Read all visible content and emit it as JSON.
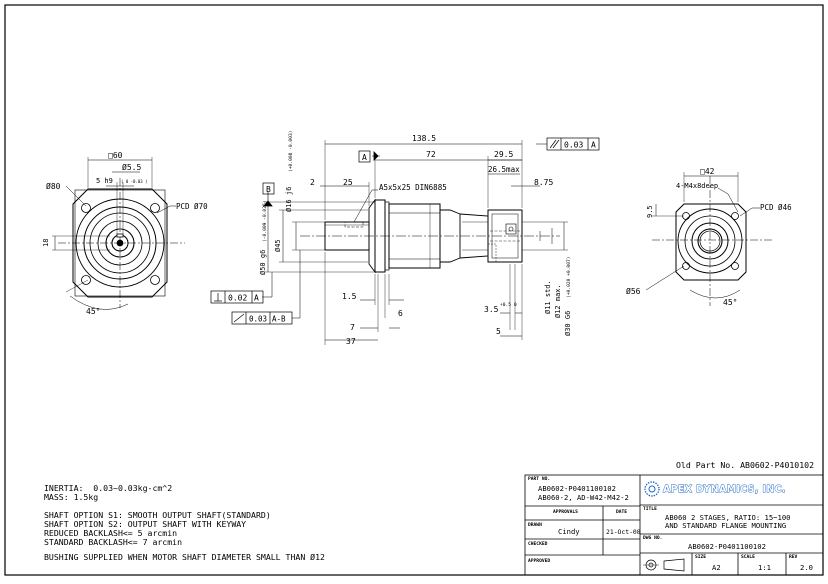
{
  "views": {
    "left": {
      "square": "60",
      "dia_shaft": "Ø5.5",
      "keyway": "5 h9",
      "keyway_paren": "( 0 -0.03 )",
      "outer_dia": "Ø80",
      "pcd": "PCD Ø70",
      "height": "18",
      "angle": "45°"
    },
    "side": {
      "overall": "138.5",
      "body": "72",
      "flange_len": "29.5",
      "max_len": "26.5max",
      "d875": "8.75",
      "d2": "2",
      "d25": "25",
      "key_spec": "A5x5x25 DIN6885",
      "datum_a": "A",
      "datum_b": "B",
      "runout": "0.03",
      "runout_ref": "A",
      "shaft_dia": "Ø16 j6",
      "shaft_tol": "(+0.008 -0.003)",
      "hub_dia": "Ø45",
      "pilot_dia": "Ø50 g6",
      "pilot_tol": "(-0.009 -0.025)",
      "perp": "0.02",
      "perp_ref": "A",
      "pos": "0.03",
      "pos_ref": "A-B",
      "d15": "1.5",
      "d6": "6",
      "d7": "7",
      "d37": "37",
      "d35": "3.5",
      "d35_tol": "+0.5 0",
      "d5": "5",
      "bore_std": "Ø11 std.",
      "bore_max": "Ø12 max.",
      "spigot": "Ø30 G6",
      "spigot_tol": "(+0.020 +0.007)"
    },
    "right": {
      "square": "42",
      "tap": "4-M4x8deep",
      "pcd": "PCD Ø46",
      "dim95": "9.5",
      "dia": "Ø56",
      "angle": "45°"
    }
  },
  "old_part": "Old Part No. AB0602-P4010102",
  "notes": [
    "INERTIA:  0.03~0.03kg-cm^2",
    "MASS: 1.5kg",
    "",
    "SHAFT OPTION S1: SMOOTH OUTPUT SHAFT(STANDARD)",
    "SHAFT OPTION S2: OUTPUT SHAFT WITH KEYWAY",
    "REDUCED BACKLASH<= 5 arcmin",
    "STANDARD BACKLASH<= 7 arcmin",
    "",
    "BUSHING SUPPLIED WHEN MOTOR SHAFT DIAMETER SMALL THAN Ø12"
  ],
  "title_block": {
    "part_no_label": "PART NO.",
    "part_no_1": "AB0602-P0401100102",
    "part_no_2": "AB060-2, AD-W42-M42-2",
    "company": "APEX DYNAMICS, INC.",
    "approvals_label": "APPROVALS",
    "date_label": "DATE",
    "title_label": "TITLE",
    "title_1": "AB060 2 STAGES, RATIO: 15~100",
    "title_2": "AND STANDARD FLANGE MOUNTING",
    "drawn_label": "DRAWN",
    "drawn_name": "Cindy",
    "drawn_date": "21-Oct-08",
    "checked_label": "CHECKED",
    "dwg_label": "DWG NO.",
    "dwg_no": "AB0602-P0401100102",
    "approved_label": "APPROVED",
    "size_label": "SIZE",
    "size": "A2",
    "scale_label": "SCALE",
    "scale": "1:1",
    "rev_label": "REV",
    "rev": "2.0"
  }
}
